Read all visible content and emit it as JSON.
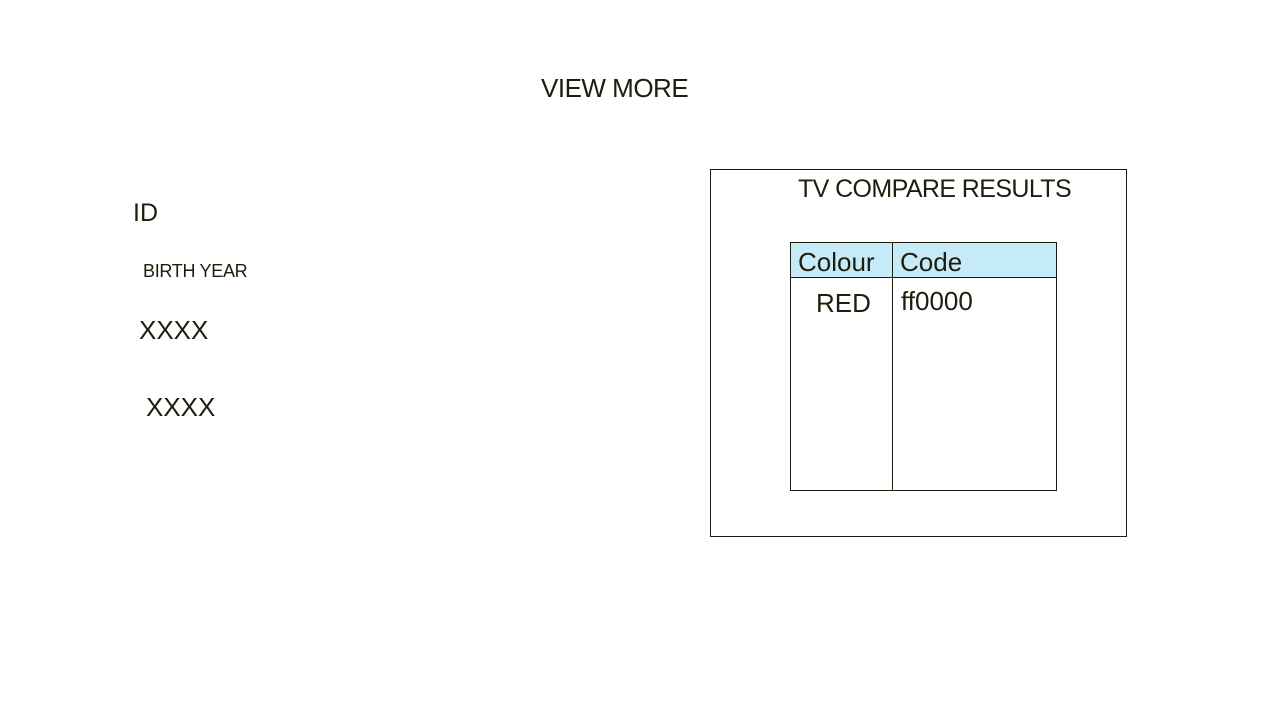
{
  "header": {
    "view_more_label": "VIEW MORE"
  },
  "profile": {
    "id_label": "ID",
    "birth_year_label": "BIRTH YEAR",
    "id_value": "XXXX",
    "birth_year_value": "XXXX"
  },
  "results": {
    "title": "TV COMPARE RESULTS",
    "columns": [
      "Colour",
      "Code"
    ],
    "rows": [
      [
        "RED",
        "ff0000"
      ]
    ],
    "header_bg_color": "#c6ebf8"
  }
}
